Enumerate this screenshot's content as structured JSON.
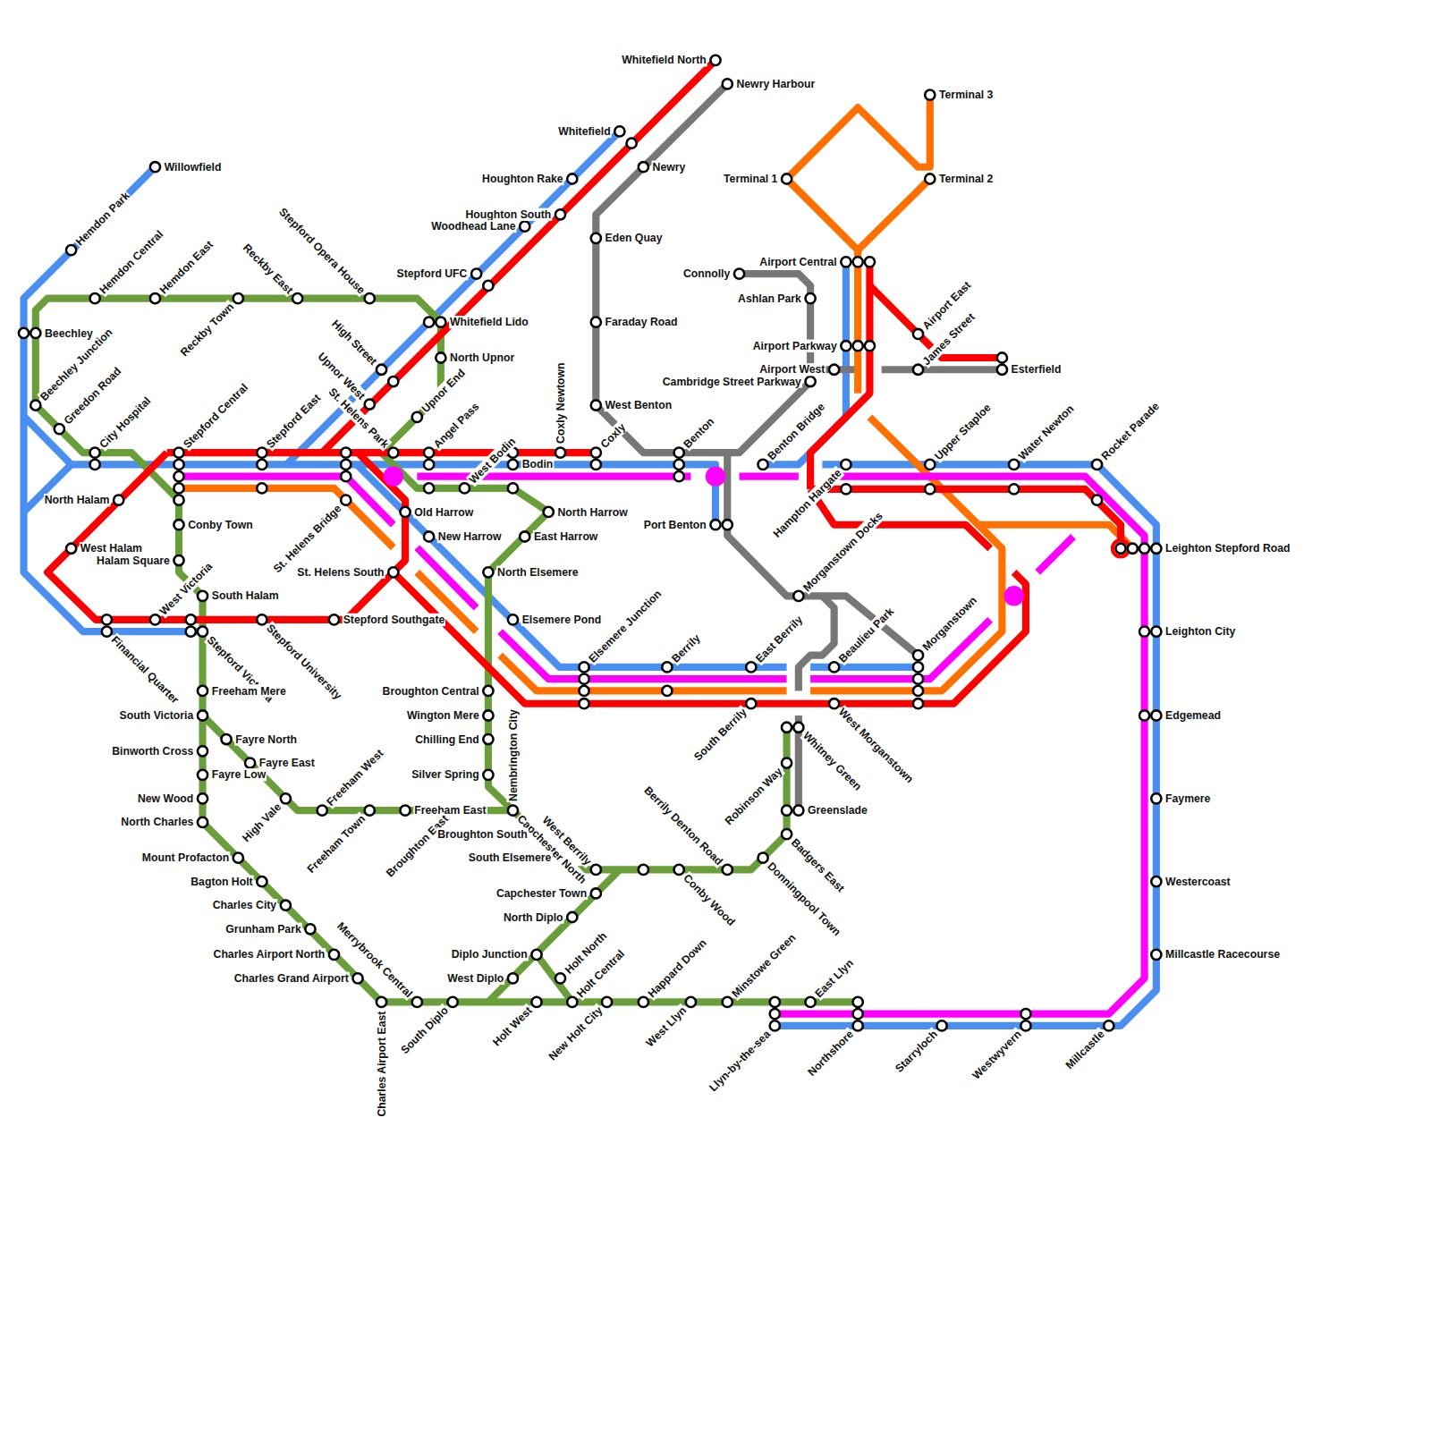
{
  "diagram": {
    "labels": [
      "Willowfield",
      "Hemdon Park",
      "Hemdon Central",
      "Hemdon East",
      "Reckby Town",
      "Reckby East",
      "Stepford Opera House",
      "Beechley",
      "Beechley Junction",
      "Greedon Road",
      "City Hospital",
      "Stepford Central",
      "Stepford East",
      "High Street",
      "Whitefield Lido",
      "North Upnor",
      "Upnor End",
      "Upnor West",
      "St. Helens Park",
      "Angel Pass",
      "Stepford UFC",
      "Houghton Rake",
      "Houghton South",
      "Woodhead Lane",
      "Whitefield",
      "Whitefield North",
      "Newry Harbour",
      "Newry",
      "Eden Quay",
      "Faraday Road",
      "West Benton",
      "Coxly Newtown",
      "West Bodin",
      "Bodin",
      "Coxly",
      "Benton",
      "Benton Bridge",
      "Connolly",
      "Ashlan Park",
      "Airport Parkway",
      "Cambridge Street Parkway",
      "Airport West",
      "Airport Central",
      "Terminal 1",
      "Terminal 3",
      "Terminal 2",
      "Airport East",
      "James Street",
      "Esterfield",
      "Hampton Hargate",
      "Upper Staploe",
      "Water Newton",
      "Rocket Parade",
      "Leighton Stepford Road",
      "Leighton City",
      "Edgemead",
      "Faymere",
      "Westercoast",
      "Millcastle Racecourse",
      "North Halam",
      "West Halam",
      "Conby Town",
      "Halam Square",
      "West Victoria",
      "South Halam",
      "Financial Quarter",
      "Stepford Victoria",
      "Stepford University",
      "Stepford Southgate",
      "St. Helens Bridge",
      "St. Helens South",
      "Old Harrow",
      "New Harrow",
      "North Harrow",
      "East Harrow",
      "North Elsemere",
      "Elsemere Pond",
      "Elsemere Junction",
      "Berrily",
      "East Berrily",
      "South Berrily",
      "Morganstown Docks",
      "Beaulieu Park",
      "West Morganstown",
      "Morganstown",
      "Port Benton",
      "Broughton Central",
      "Wington Mere",
      "Chilling End",
      "Silver Spring",
      "Nembrington City",
      "Freeham Mere",
      "South Victoria",
      "Fayre North",
      "Binworth Cross",
      "Fayre East",
      "Fayre Low",
      "New Wood",
      "North Charles",
      "High Vale",
      "Freeham West",
      "Freeham Town",
      "Freeham East",
      "Broughton East",
      "Capchester North",
      "Broughton South",
      "South Elsemere",
      "West Berrily",
      "Conby Wood",
      "Berrily Denton Road",
      "Donningpool Town",
      "Badgers East",
      "Greenslade",
      "Robinson Way",
      "Whitney Green",
      "Mount Profacton",
      "Bagton Holt",
      "Charles City",
      "Grunham Park",
      "Charles Airport North",
      "Charles Grand Airport",
      "Merrybrook Central",
      "Charles Airport East",
      "South Diplo",
      "Capchester Town",
      "North Diplo",
      "Diplo Junction",
      "West Diplo",
      "Holt North",
      "Holt West",
      "Holt Central",
      "New Holt City",
      "Happard Down",
      "West Llyn",
      "Minstowe Green",
      "Llyn-by-the-sea",
      "East Llyn",
      "Northshore",
      "Starryloch",
      "Westwyvern",
      "Millcastle"
    ]
  }
}
